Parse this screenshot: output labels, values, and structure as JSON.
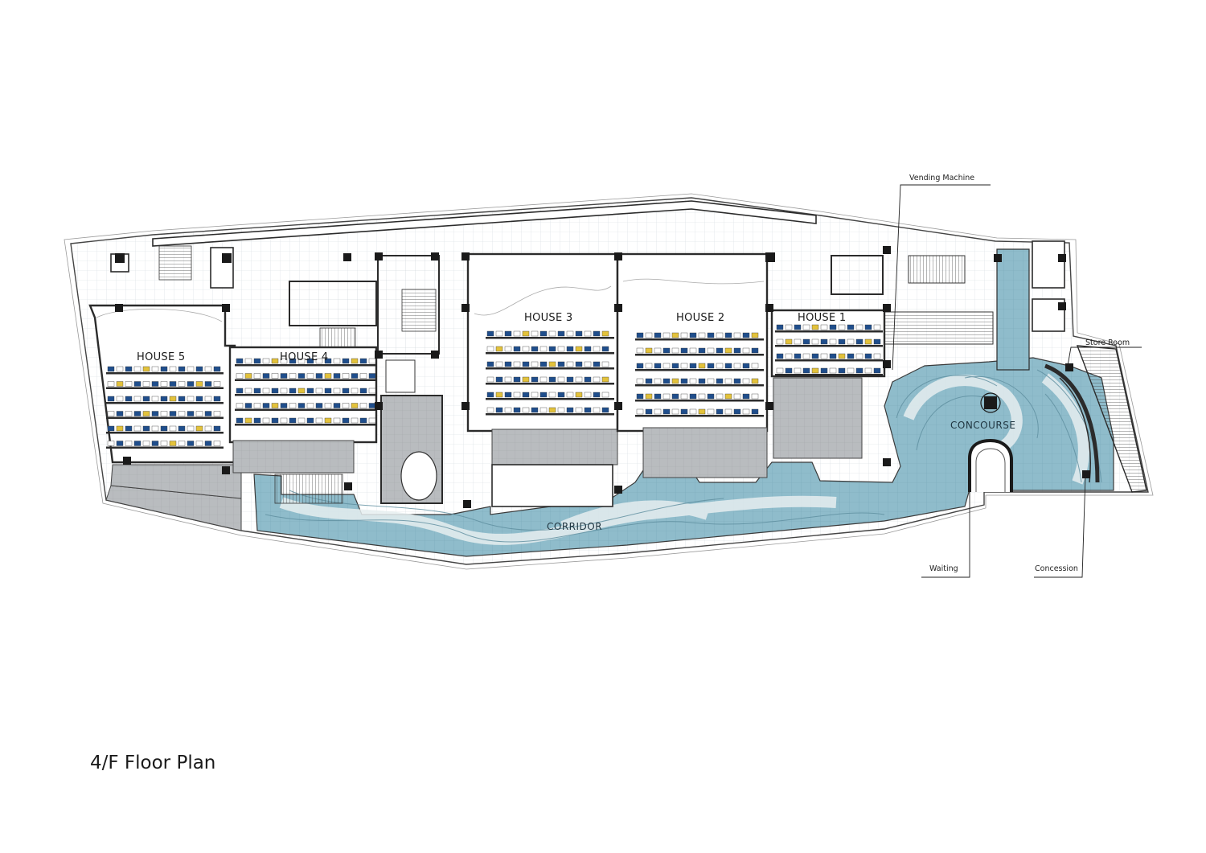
{
  "title": "4/F Floor Plan",
  "rooms": {
    "house5": "HOUSE 5",
    "house4": "HOUSE 4",
    "house3": "HOUSE 3",
    "house2": "HOUSE 2",
    "house1": "HOUSE 1",
    "concourse": "CONCOURSE",
    "corridor": "CORRIDOR"
  },
  "callouts": {
    "vending": "Vending Machine",
    "store": "Store Room",
    "waiting": "Waiting",
    "concession": "Concession"
  },
  "colors": {
    "floor_blue": "#8fbccb",
    "floor_light": "#d9e6ea",
    "seat_blue": "#1f4e8c",
    "seat_yellow": "#e3c23b",
    "gray_area": "#b9bcbf",
    "wall": "#2b2b2b"
  },
  "houses": [
    {
      "id": "house5",
      "rows": 6
    },
    {
      "id": "house4",
      "rows": 5
    },
    {
      "id": "house3",
      "rows": 6
    },
    {
      "id": "house2",
      "rows": 6
    },
    {
      "id": "house1",
      "rows": 4
    }
  ]
}
